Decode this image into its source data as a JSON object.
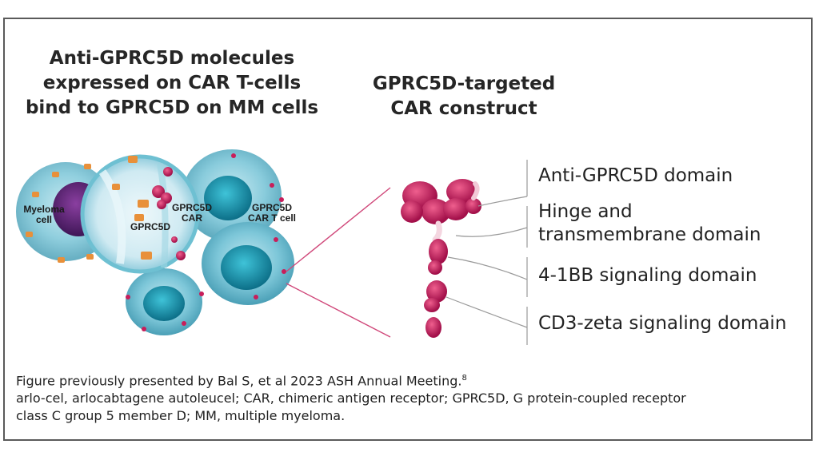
{
  "left_title": {
    "line1": "Anti-GPRC5D molecules",
    "line2": "expressed on CAR T-cells",
    "line3": "bind to GPRC5D on MM cells"
  },
  "right_title": {
    "line1": "GPRC5D-targeted",
    "line2": "CAR construct"
  },
  "illustration": {
    "myeloma_label_1": "Myeloma",
    "myeloma_label_2": "cell",
    "gprc5d_label": "GPRC5D",
    "gprc5d_car_label_1": "GPRC5D",
    "gprc5d_car_label_2": "CAR",
    "car_t_label_1": "GPRC5D",
    "car_t_label_2": "CAR T cell"
  },
  "domains": [
    {
      "label": "Anti-GPRC5D domain"
    },
    {
      "label_line1": "Hinge and",
      "label_line2": "transmembrane domain"
    },
    {
      "label": "4-1BB signaling domain"
    },
    {
      "label": "CD3-zeta signaling domain"
    }
  ],
  "caption": {
    "line1": "Figure previously presented by Bal S, et al 2023 ASH Annual Meeting.",
    "line1_sup": "8",
    "line2": "arlo-cel, arlocabtagene autoleucel; CAR, chimeric antigen receptor; GPRC5D, G protein-coupled receptor",
    "line3": "class C group 5 member D; MM, multiple myeloma."
  },
  "colors": {
    "frame": "#5a5a5a",
    "car_magenta": "#c81e5a",
    "cell_teal": "#5fb8cc",
    "nucleus_purple": "#5a2a7a",
    "receptor_orange": "#e8903a",
    "connector_pink": "#d0487a"
  }
}
